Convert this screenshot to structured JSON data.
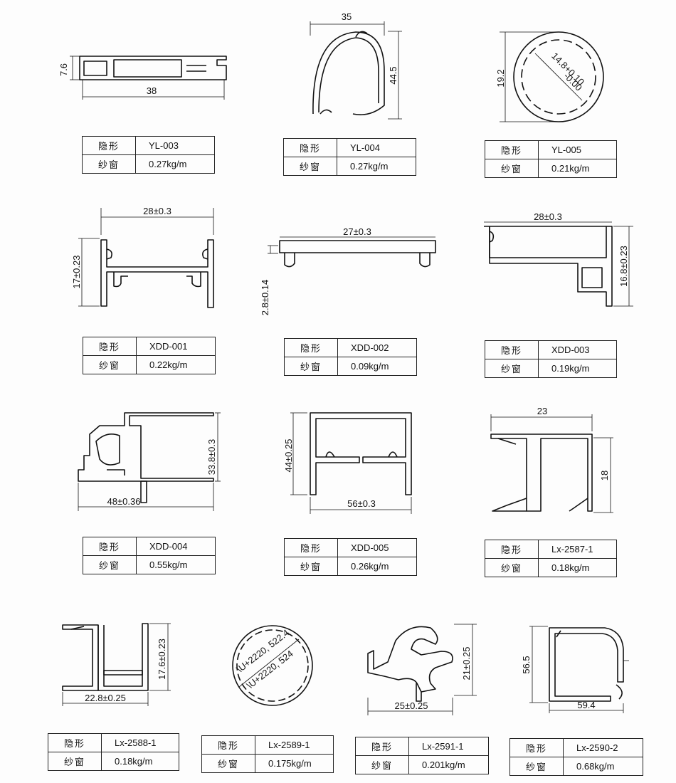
{
  "labels": {
    "type": "隐形",
    "usage": "纱窗"
  },
  "profiles": [
    {
      "code": "YL-003",
      "weight": "0.27kg/m",
      "dims": [
        "7.6",
        "38"
      ]
    },
    {
      "code": "YL-004",
      "weight": "0.27kg/m",
      "dims": [
        "35",
        "44.5"
      ]
    },
    {
      "code": "YL-005",
      "weight": "0.21kg/m",
      "dims": [
        "19.2",
        "14.8+0.10",
        "-0.00"
      ]
    },
    {
      "code": "XDD-001",
      "weight": "0.22kg/m",
      "dims": [
        "28±0.3",
        "17±0.23"
      ]
    },
    {
      "code": "XDD-002",
      "weight": "0.09kg/m",
      "dims": [
        "27±0.3",
        "2.8±0.14"
      ]
    },
    {
      "code": "XDD-003",
      "weight": "0.19kg/m",
      "dims": [
        "28±0.3",
        "16.8±0.23"
      ]
    },
    {
      "code": "XDD-004",
      "weight": "0.55kg/m",
      "dims": [
        "33.8±0.3",
        "48±0.36"
      ]
    },
    {
      "code": "XDD-005",
      "weight": "0.26kg/m",
      "dims": [
        "44±0.25",
        "56±0.3"
      ]
    },
    {
      "code": "Lx-2587-1",
      "weight": "0.18kg/m",
      "dims": [
        "23",
        "18"
      ]
    },
    {
      "code": "Lx-2588-1",
      "weight": "0.18kg/m",
      "dims": [
        "17.6±0.23",
        "22.8±0.25"
      ]
    },
    {
      "code": "Lx-2589-1",
      "weight": "0.175kg/m",
      "dims": [
        "\\U+2220, 522.4",
        "\\U+2220, 524"
      ]
    },
    {
      "code": "Lx-2591-1",
      "weight": "0.201kg/m",
      "dims": [
        "21±0.25",
        "25±0.25"
      ]
    },
    {
      "code": "Lx-2590-2",
      "weight": "0.68kg/m",
      "dims": [
        "56.5",
        "59.4"
      ]
    }
  ]
}
